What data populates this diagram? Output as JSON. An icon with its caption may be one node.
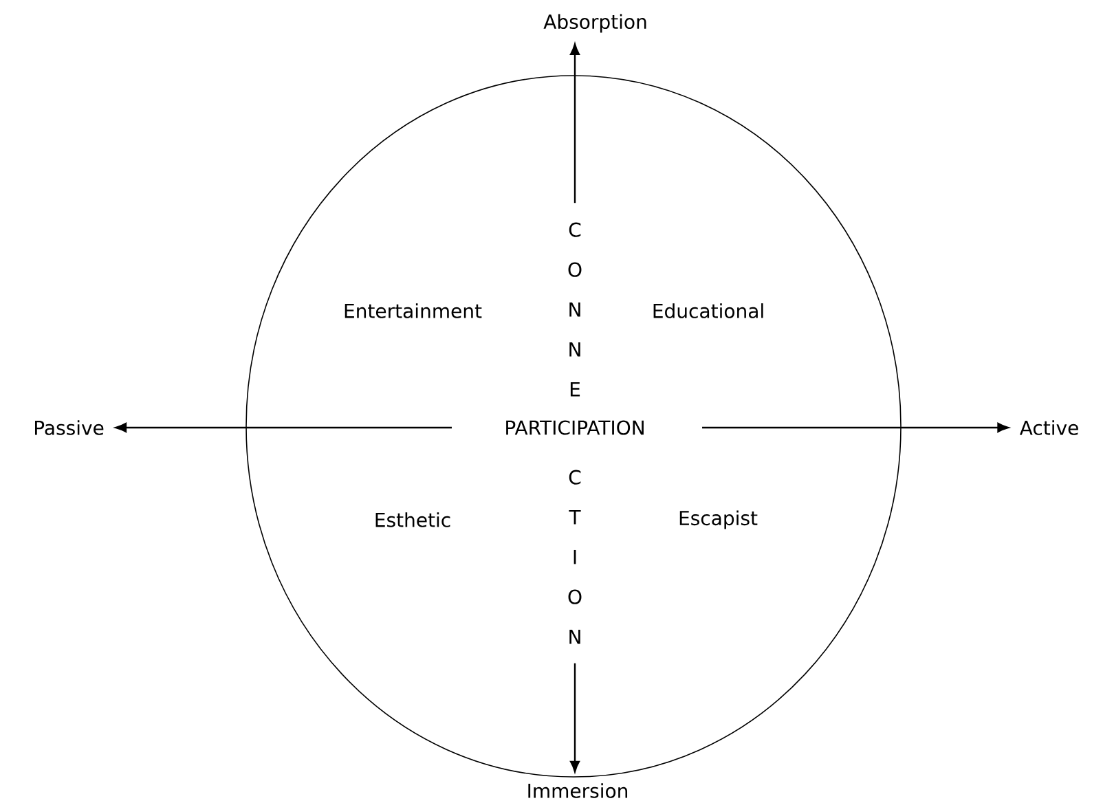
{
  "diagram": {
    "nodes": [
      {
        "text": [
          "Absorption"
        ]
      },
      {
        "text": [
          "Passive"
        ]
      },
      {
        "text": [
          "PARTICIPATION"
        ]
      },
      {
        "text": [
          "Active"
        ]
      },
      {
        "text": [
          "CONNE",
          "CTION"
        ]
      },
      {
        "text": [
          "Immersion"
        ]
      }
    ],
    "edges": [
      {
        "from": 4,
        "to": 0,
        "arrow": "to"
      },
      {
        "from": 2,
        "to": 1,
        "arrow": "to"
      },
      {
        "from": 2,
        "to": 3,
        "arrow": "to"
      },
      {
        "from": 4,
        "to": 5,
        "arrow": "to"
      }
    ],
    "labels": [
      "Entertainment",
      "Educational",
      "Esthetic",
      "Escapist"
    ]
  }
}
